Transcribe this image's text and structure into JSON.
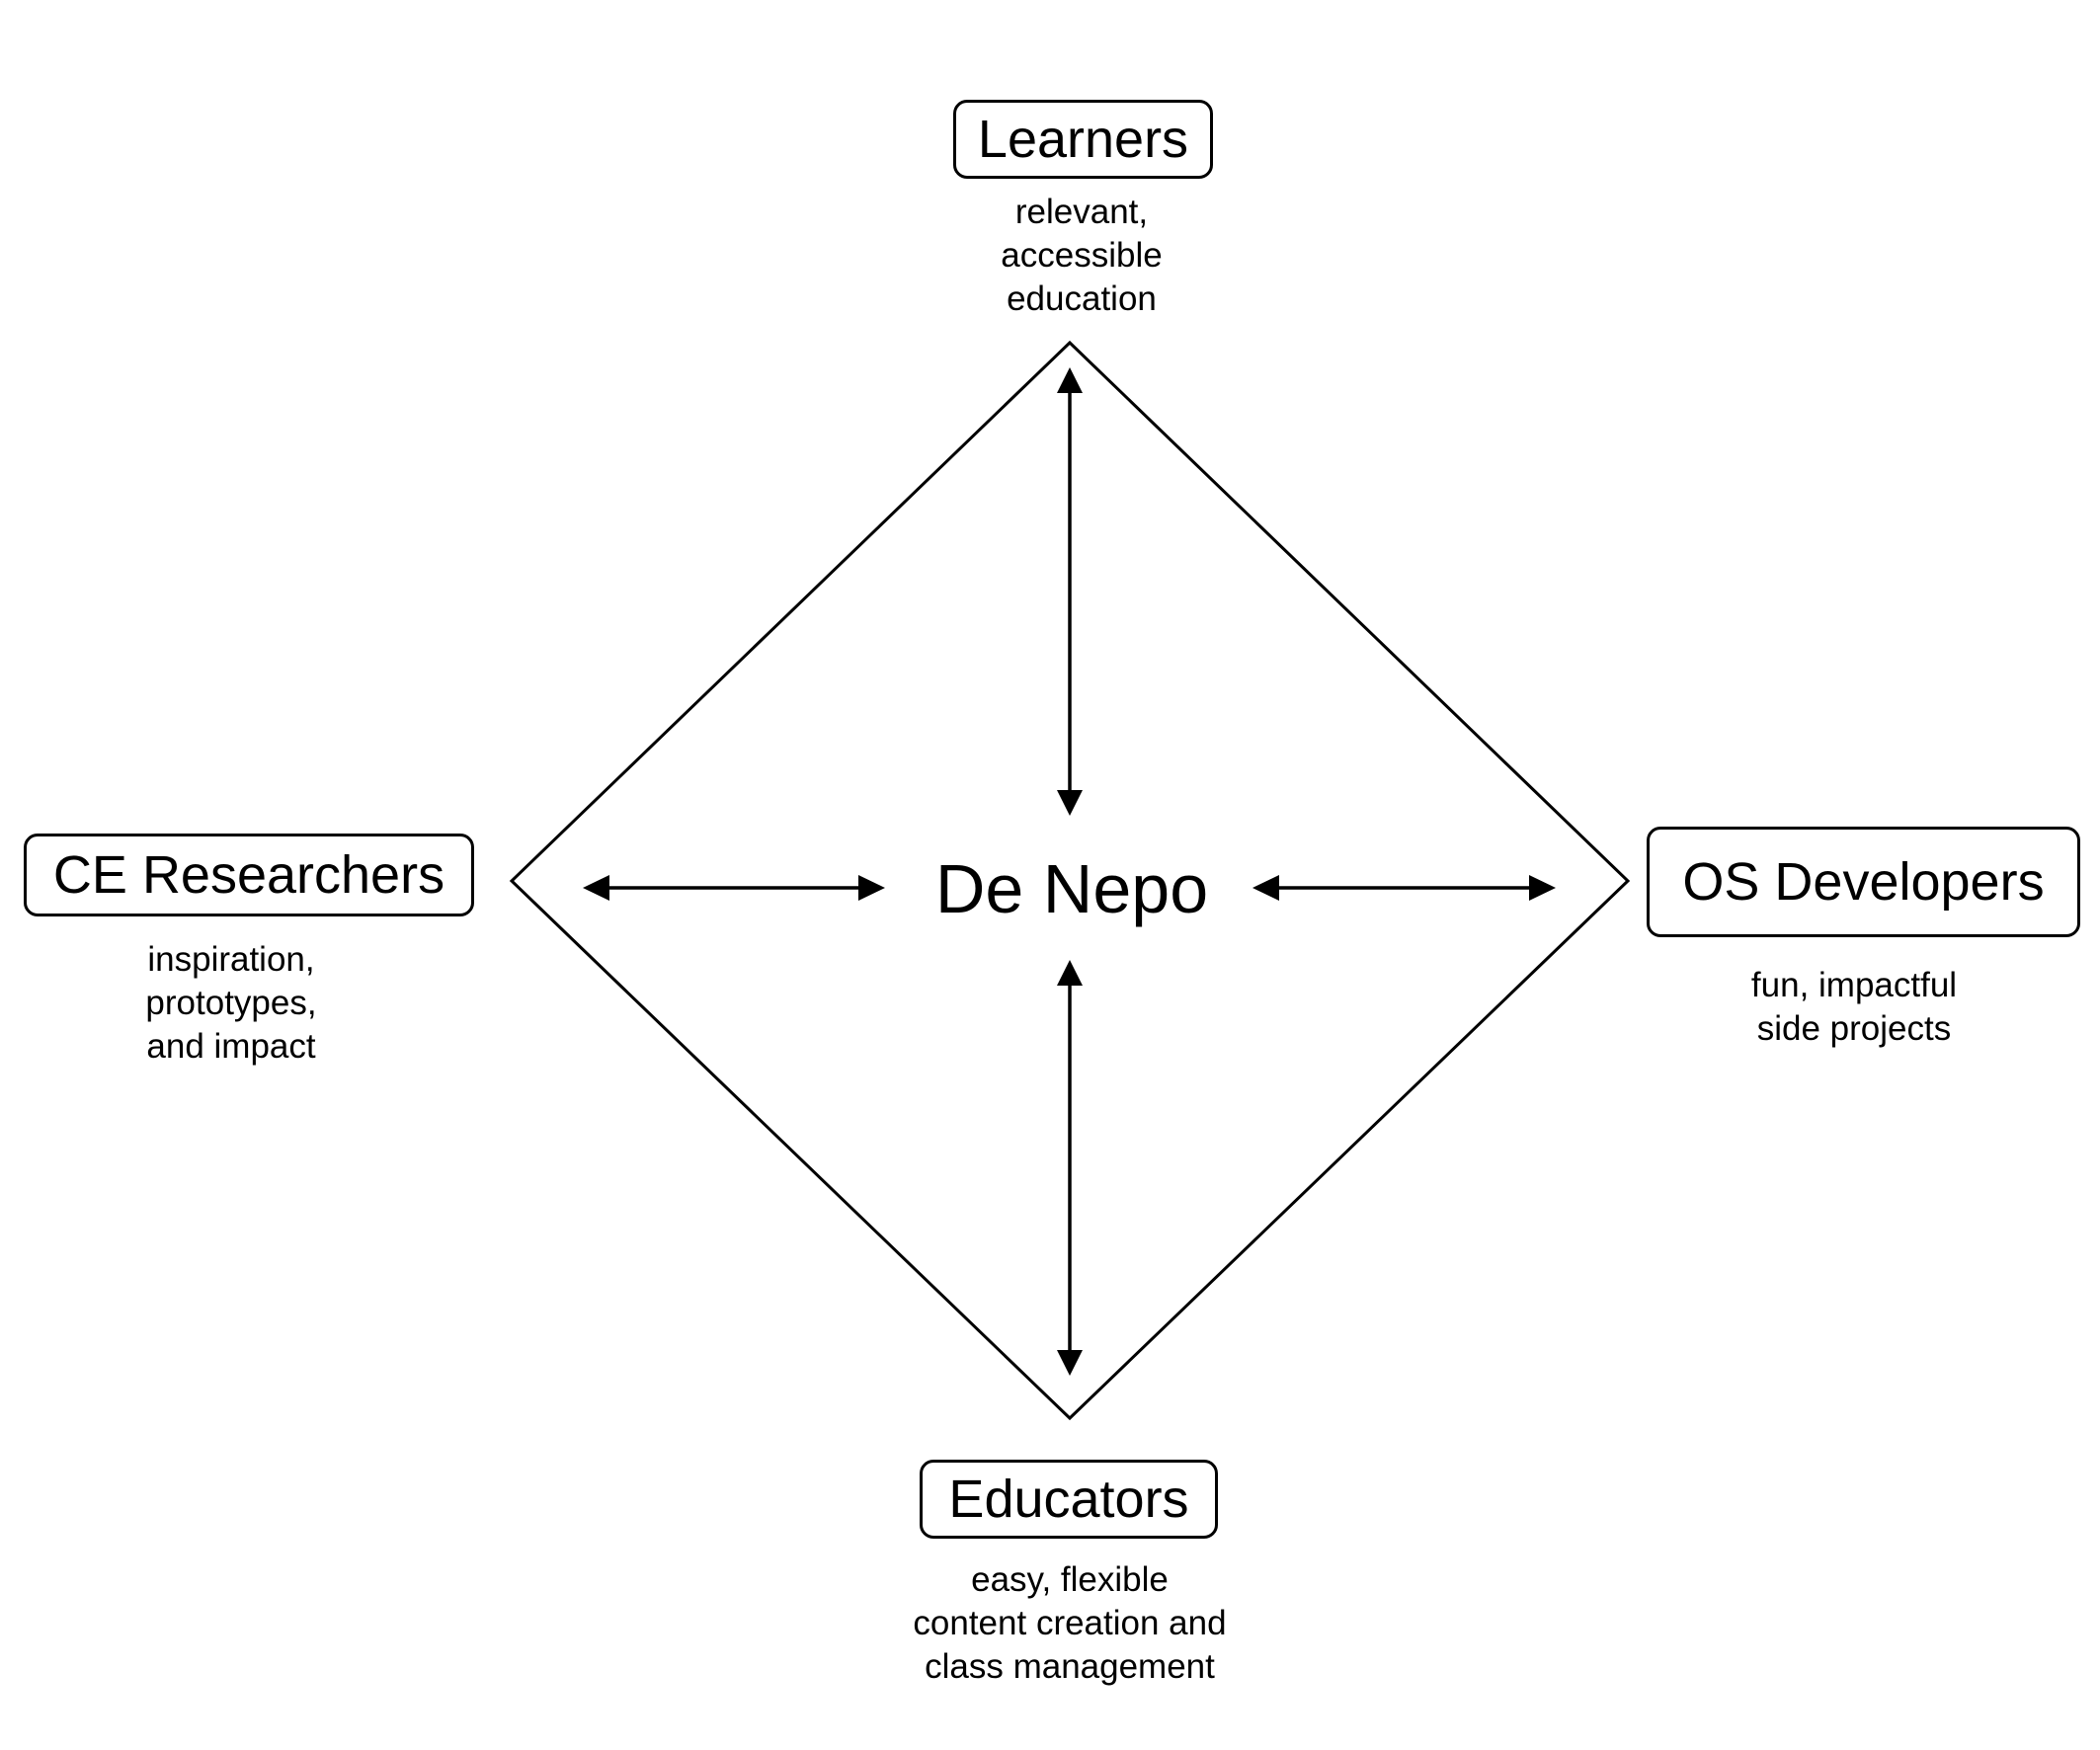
{
  "center": {
    "label": "De Nepo"
  },
  "stakeholders": {
    "top": {
      "label": "Learners",
      "caption": [
        "relevant,",
        "accessible",
        "education"
      ]
    },
    "left": {
      "label": "CE Researchers",
      "caption": [
        "inspiration,",
        "prototypes,",
        "and impact"
      ]
    },
    "right": {
      "label": "OS Developers",
      "caption": [
        "fun, impactful",
        "side projects"
      ]
    },
    "bottom": {
      "label": "Educators",
      "caption": [
        "easy, flexible",
        "content creation and",
        "class management"
      ]
    }
  },
  "colors": {
    "stroke": "#000000",
    "background": "#ffffff"
  }
}
